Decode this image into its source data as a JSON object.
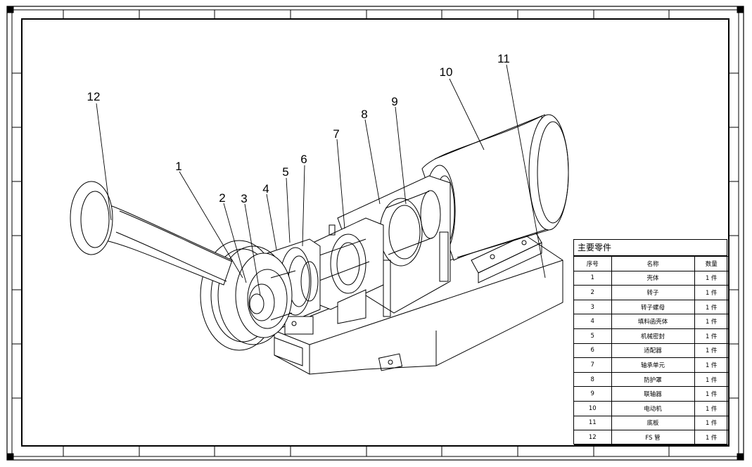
{
  "callouts": [
    "1",
    "2",
    "3",
    "4",
    "5",
    "6",
    "7",
    "8",
    "9",
    "10",
    "11",
    "12"
  ],
  "bom": {
    "title": "主要零件",
    "headers": [
      "序号",
      "名称",
      "数量"
    ],
    "rows": [
      [
        "1",
        "壳体",
        "1 件"
      ],
      [
        "2",
        "转子",
        "1 件"
      ],
      [
        "3",
        "转子螺母",
        "1 件"
      ],
      [
        "4",
        "填料函壳体",
        "1 件"
      ],
      [
        "5",
        "机械密封",
        "1 件"
      ],
      [
        "6",
        "适配器",
        "1 件"
      ],
      [
        "7",
        "轴承单元",
        "1 件"
      ],
      [
        "8",
        "防护罩",
        "1 件"
      ],
      [
        "9",
        "联轴器",
        "1 件"
      ],
      [
        "10",
        "电动机",
        "1 件"
      ],
      [
        "11",
        "底板",
        "1 件"
      ],
      [
        "12",
        "FS 管",
        "1 件"
      ]
    ]
  }
}
